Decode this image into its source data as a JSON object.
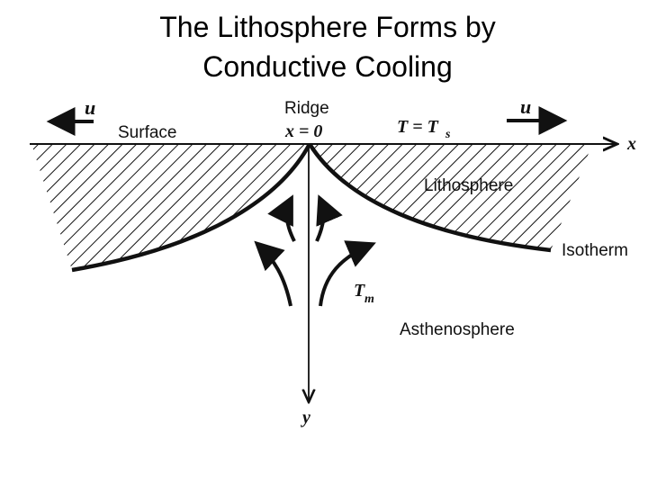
{
  "title": {
    "line1": "The Lithosphere Forms by",
    "line2": "Conductive Cooling"
  },
  "diagram": {
    "labels": {
      "u_left": "u",
      "u_right": "u",
      "surface": "Surface",
      "ridge": "Ridge",
      "x_equals_zero": "x = 0",
      "surface_temperature": "T = T",
      "surface_temperature_sub": "s",
      "x_axis": "x",
      "lithosphere": "Lithosphere",
      "isotherm": "Isotherm",
      "mantle_temperature": "T",
      "mantle_temperature_sub": "m",
      "asthenosphere": "Asthenosphere",
      "y_axis": "y"
    },
    "colors": {
      "ink": "#111111",
      "background": "#ffffff"
    }
  }
}
